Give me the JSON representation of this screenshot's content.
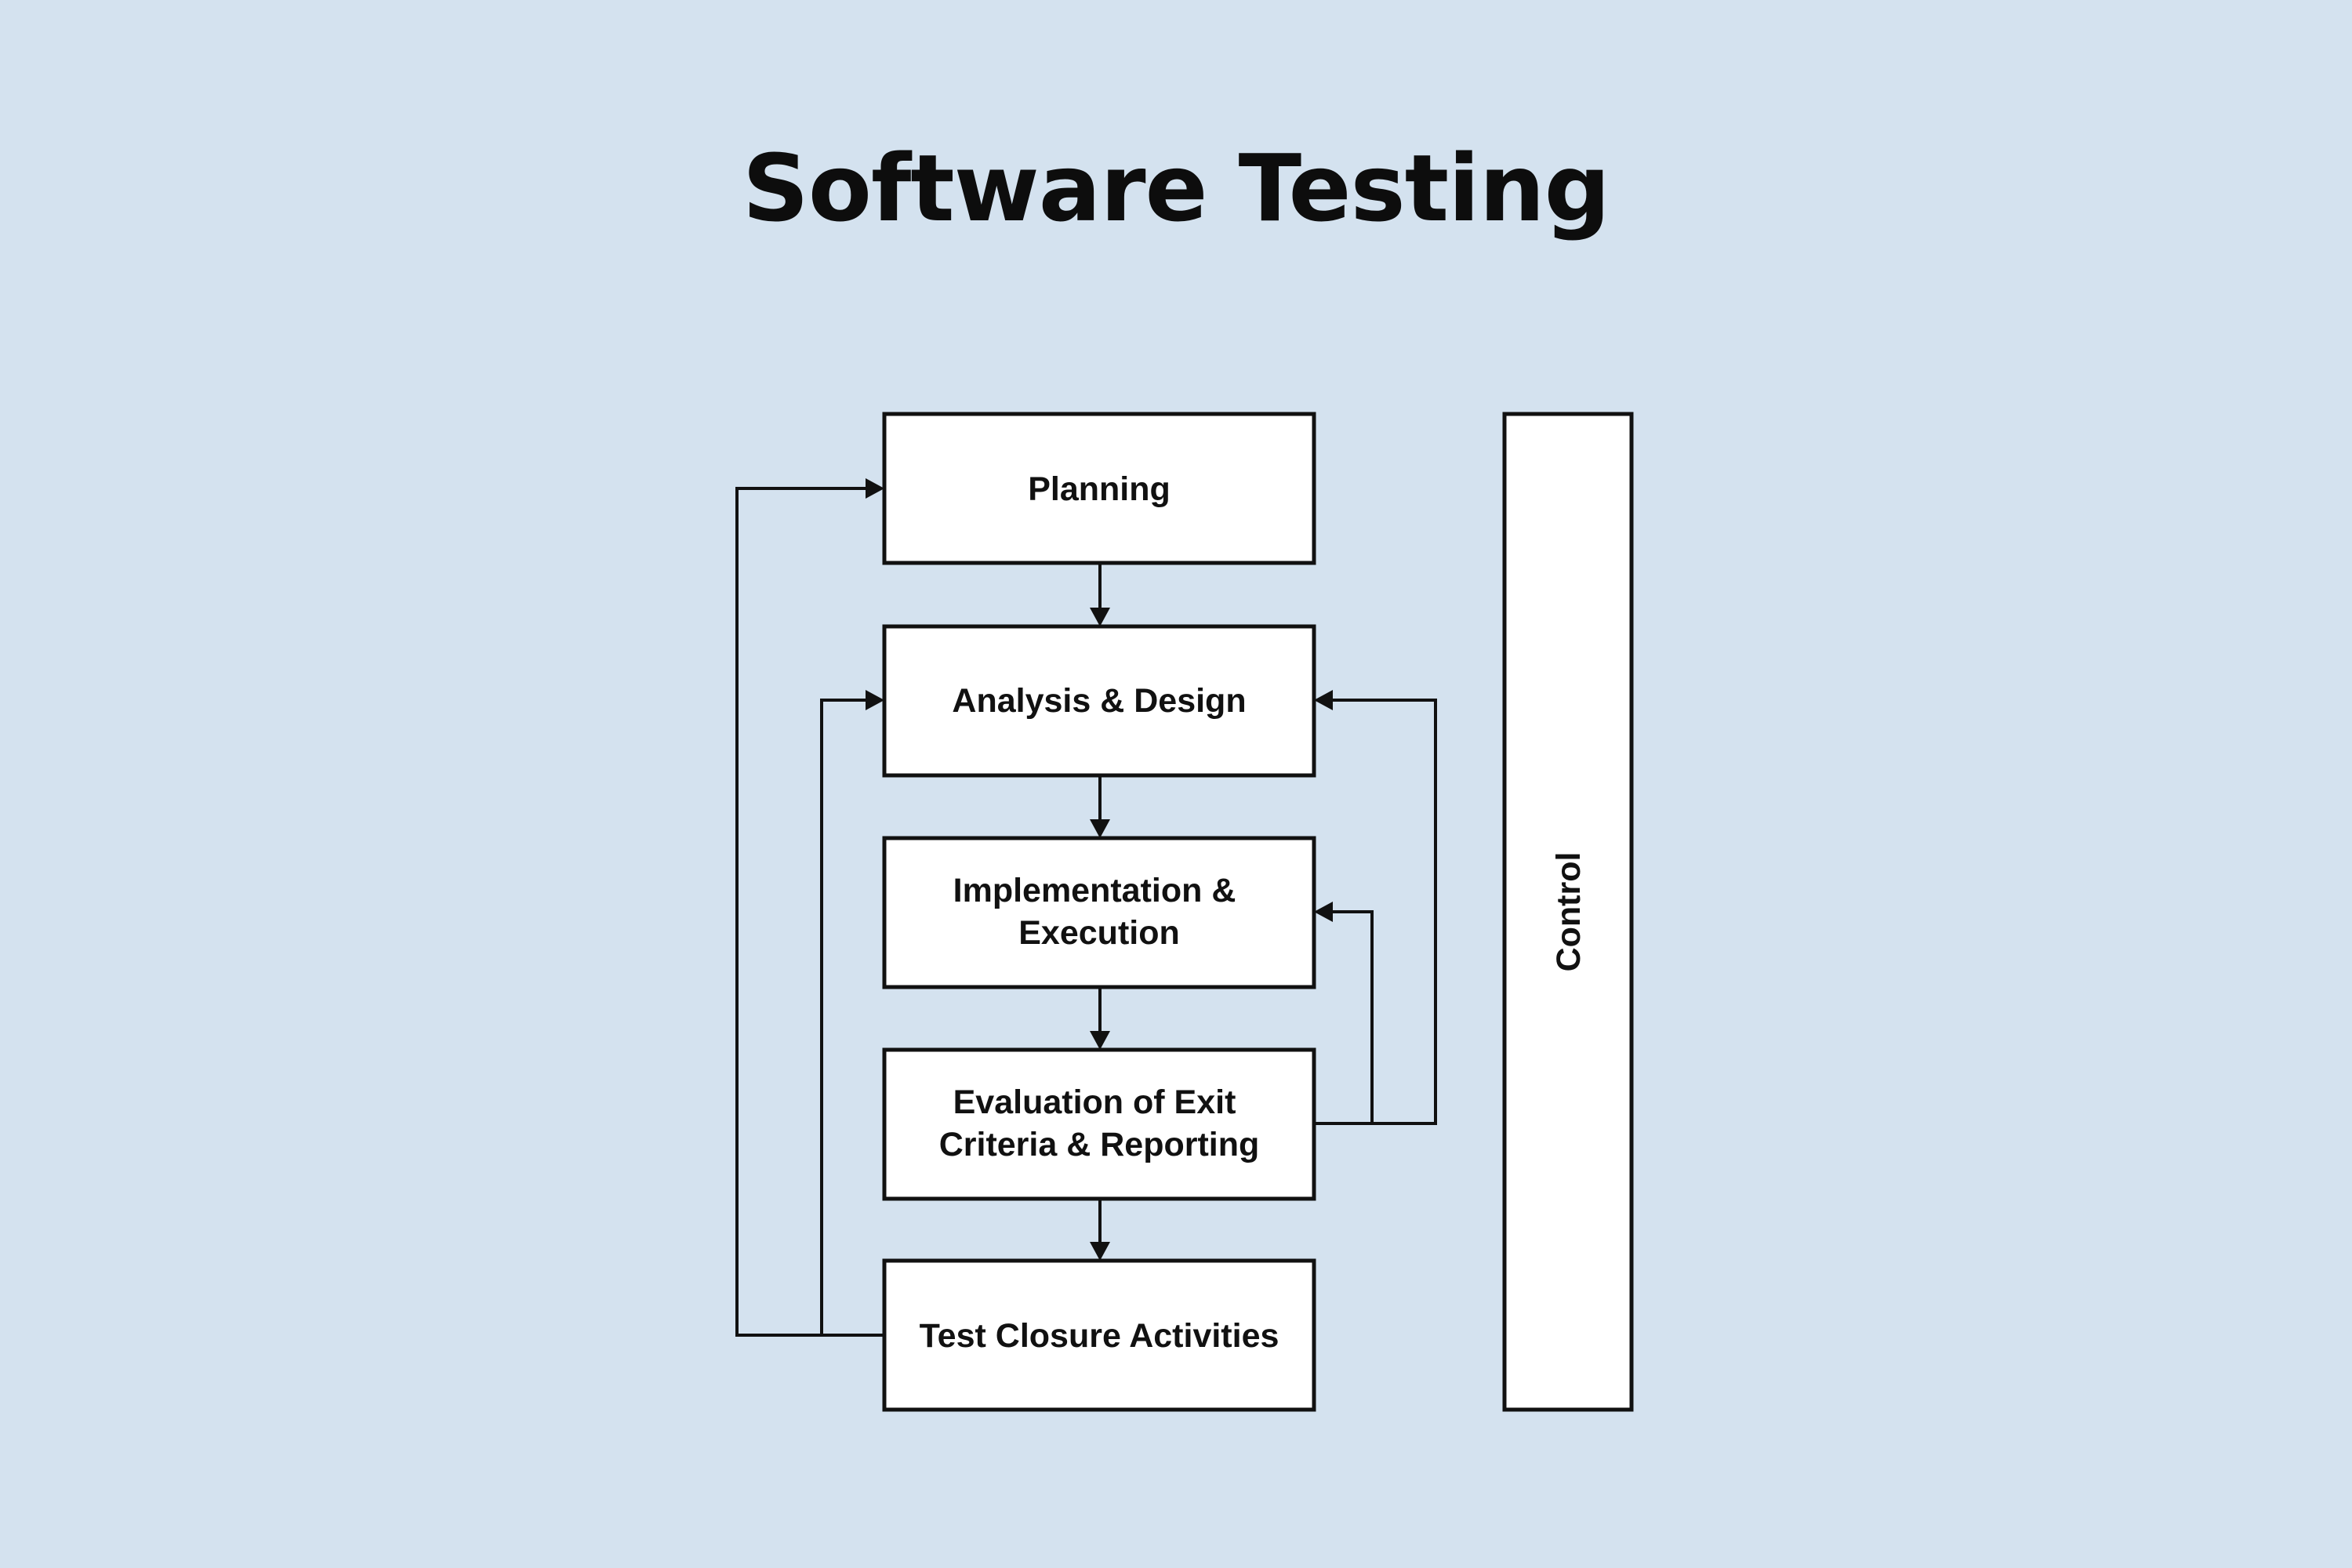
{
  "title": "Software Testing",
  "stages": {
    "planning": [
      "Planning"
    ],
    "analysis_design": [
      "Analysis & Design"
    ],
    "implementation_execution": [
      "Implementation &",
      "Execution"
    ],
    "evaluation_reporting": [
      "Evaluation of Exit",
      "Criteria & Reporting"
    ],
    "test_closure": [
      "Test Closure Activities"
    ]
  },
  "control": "Control",
  "colors": {
    "background": "#d4e2ef",
    "box_fill": "#ffffff",
    "line": "#111111"
  }
}
